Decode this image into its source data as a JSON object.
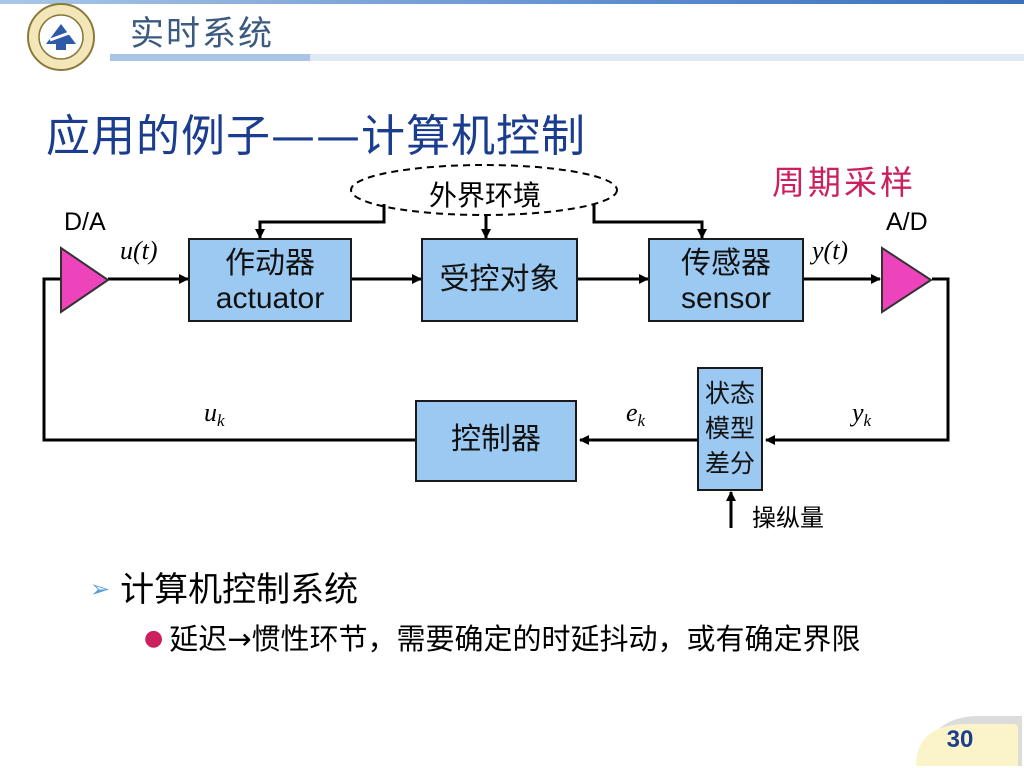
{
  "header": {
    "course_title": "实时系统"
  },
  "slide": {
    "title": "应用的例子——计算机控制",
    "note_red": "周期采样"
  },
  "diagram": {
    "environment": "外界环境",
    "actuator_line1": "作动器",
    "actuator_line2": "actuator",
    "plant": "受控对象",
    "sensor_line1": "传感器",
    "sensor_line2": "sensor",
    "controller": "控制器",
    "state_model_line1": "状态",
    "state_model_line2": "模型",
    "state_model_line3": "差分",
    "input_label": "操纵量",
    "da_label": "D/A",
    "ad_label": "A/D",
    "u_t": "u(t)",
    "y_t": "y(t)",
    "u_k_base": "u",
    "e_k_base": "e",
    "y_k_base": "y",
    "k_sub": "k"
  },
  "bullets": {
    "level1": "计算机控制系统",
    "level2": "延迟→惯性环节，需要确定的时延抖动，或有确定界限"
  },
  "page": {
    "number": "30"
  },
  "colors": {
    "title": "#1a3d8f",
    "box_fill": "#9cc9f1",
    "triangle": "#ee44bb",
    "red_note": "#cc1f5d"
  }
}
